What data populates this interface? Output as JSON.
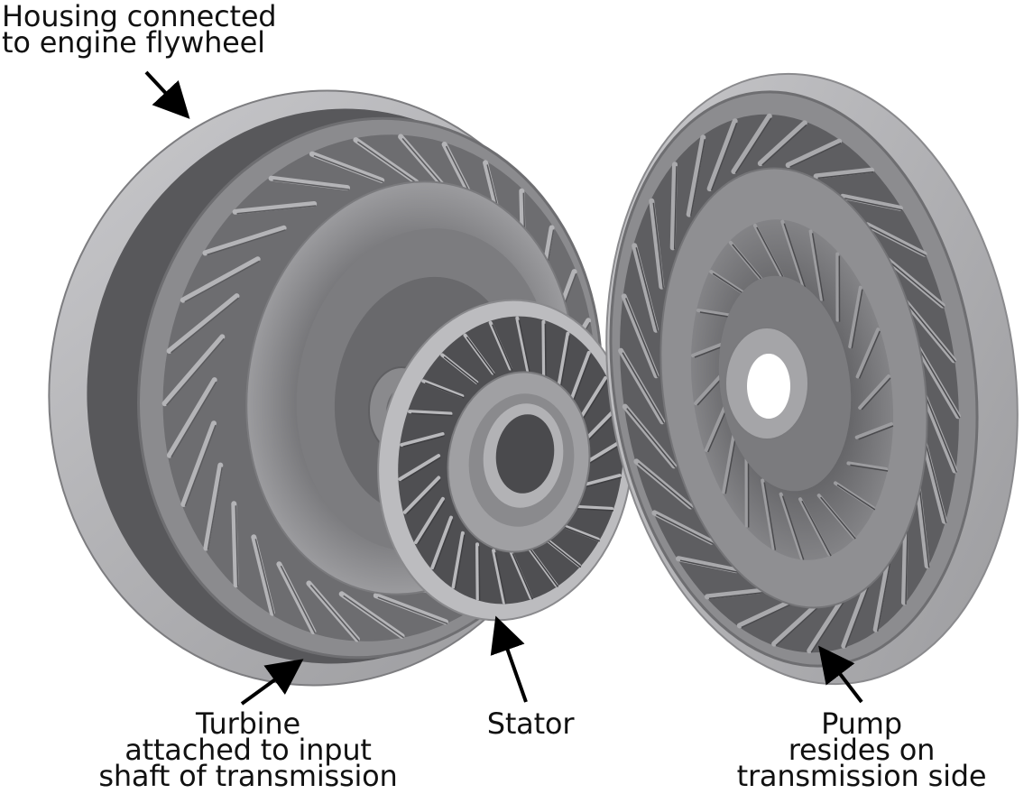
{
  "labels": {
    "housing": {
      "line1": "Housing connected",
      "line2": "to engine flywheel"
    },
    "turbine": {
      "line1": "Turbine",
      "line2": "attached to input",
      "line3": "shaft of transmission"
    },
    "stator": {
      "line1": "Stator"
    },
    "pump": {
      "line1": "Pump",
      "line2": "resides on",
      "line3": "transmission side"
    }
  },
  "colors": {
    "background": "#ffffff",
    "metal_light": "#b9b9bc",
    "metal_mid": "#8c8c8f",
    "metal_dark": "#5a5a5d",
    "metal_shadow": "#3e3e41",
    "label_text": "#111111"
  },
  "icons": [
    "arrow"
  ]
}
